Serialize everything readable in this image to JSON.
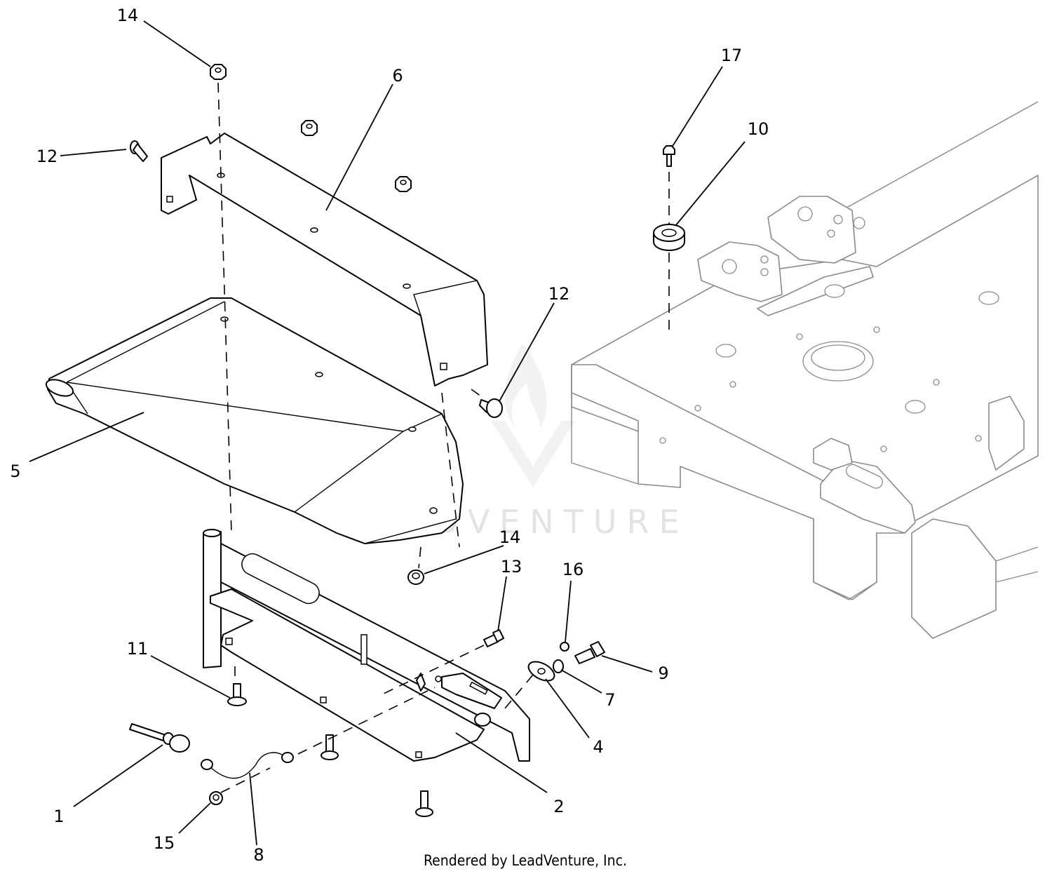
{
  "diagram": {
    "footer": "Rendered by LeadVenture, Inc.",
    "watermark": "LEADVENTURE",
    "callouts": [
      {
        "id": "1",
        "label": "1"
      },
      {
        "id": "2",
        "label": "2"
      },
      {
        "id": "4",
        "label": "4"
      },
      {
        "id": "5",
        "label": "5"
      },
      {
        "id": "6",
        "label": "6"
      },
      {
        "id": "7",
        "label": "7"
      },
      {
        "id": "8",
        "label": "8"
      },
      {
        "id": "9",
        "label": "9"
      },
      {
        "id": "10",
        "label": "10"
      },
      {
        "id": "11",
        "label": "11"
      },
      {
        "id": "12a",
        "label": "12"
      },
      {
        "id": "12b",
        "label": "12"
      },
      {
        "id": "13",
        "label": "13"
      },
      {
        "id": "14a",
        "label": "14"
      },
      {
        "id": "14b",
        "label": "14"
      },
      {
        "id": "15",
        "label": "15"
      },
      {
        "id": "16",
        "label": "16"
      },
      {
        "id": "17",
        "label": "17"
      }
    ]
  }
}
